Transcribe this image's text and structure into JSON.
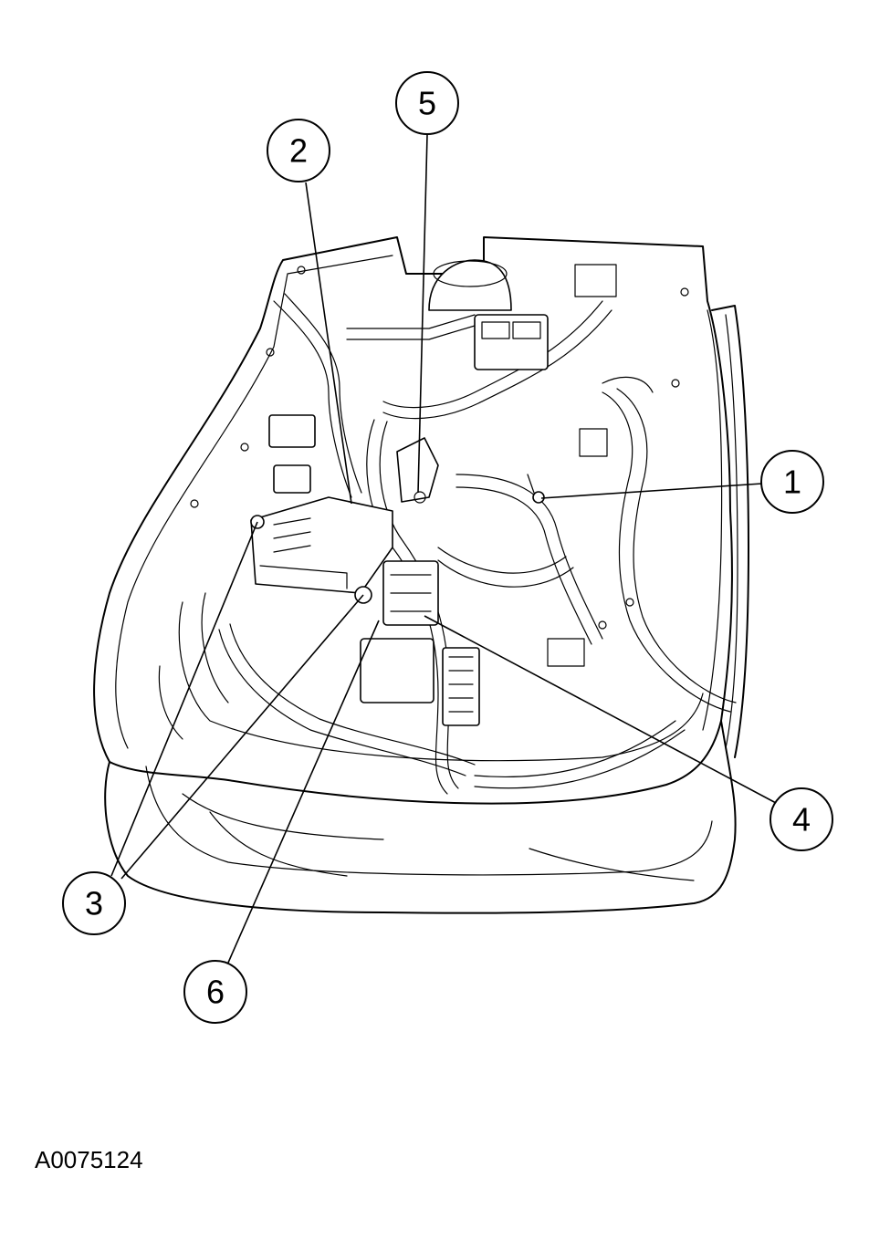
{
  "figure_id": "A0075124",
  "callouts": [
    {
      "label": "1"
    },
    {
      "label": "2"
    },
    {
      "label": "3"
    },
    {
      "label": "4"
    },
    {
      "label": "5"
    },
    {
      "label": "6"
    }
  ]
}
